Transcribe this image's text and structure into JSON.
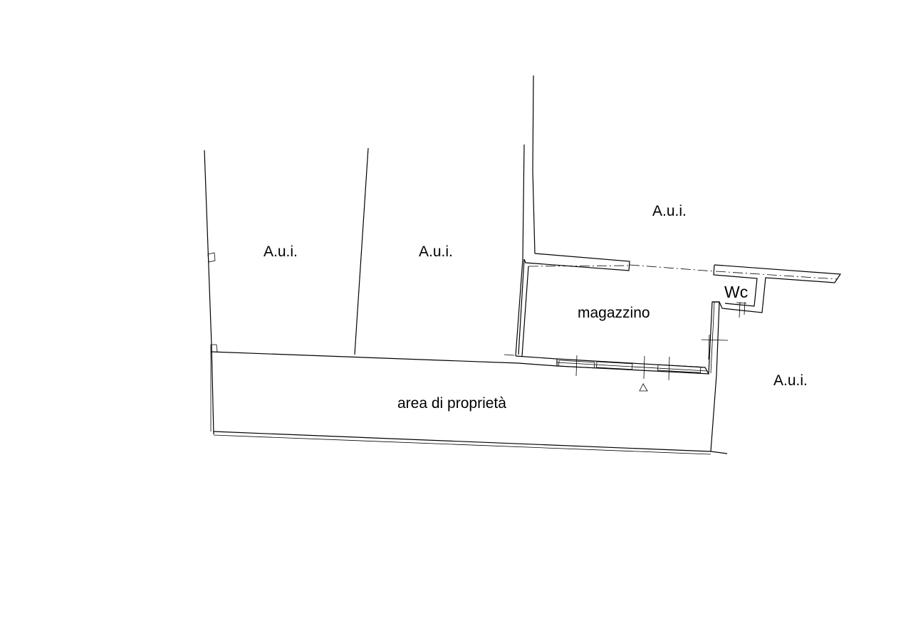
{
  "plan": {
    "labels": {
      "aui_1": "A.u.i.",
      "aui_2": "A.u.i.",
      "aui_3": "A.u.i.",
      "aui_4": "A.u.i.",
      "magazzino": "magazzino",
      "wc": "Wc",
      "area": "area di proprietà"
    },
    "line_color": "#000000",
    "background_color": "#ffffff"
  }
}
